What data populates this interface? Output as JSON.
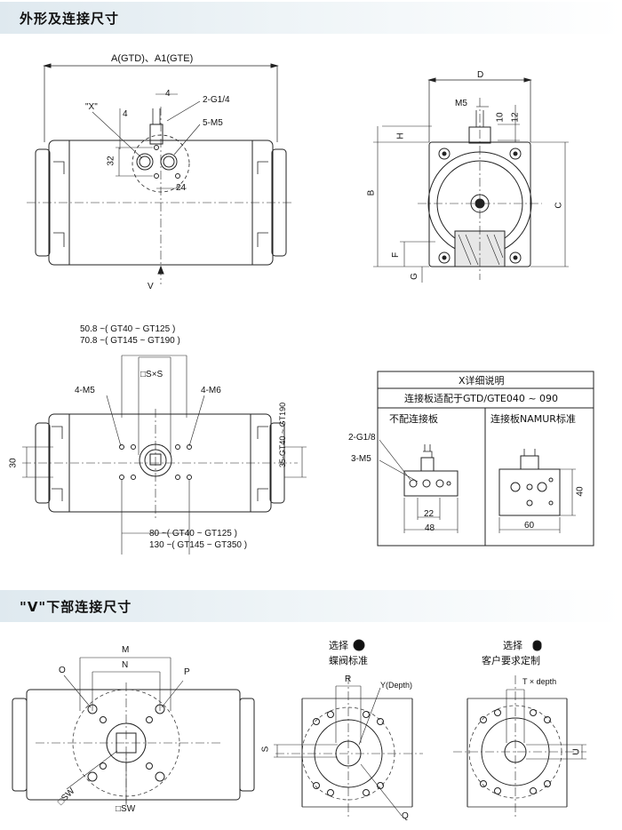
{
  "headers": {
    "outline": "外形及连接尺寸",
    "bottom": "\"V\"下部连接尺寸"
  },
  "front": {
    "a_label": "A(GTD)、A1(GTE)",
    "x_label": "\"X\"",
    "d4": "4",
    "g14": "2-G1/4",
    "m5": "5-M5",
    "d32": "32",
    "d24": "24",
    "v": "V"
  },
  "side": {
    "d": "D",
    "m5": "M5",
    "d10": "10",
    "d12": "12",
    "h": "H",
    "b": "B",
    "c": "C",
    "f": "F",
    "g": "G"
  },
  "top": {
    "d508": "50.8 ~( GT40 ~ GT125 )",
    "d708": "70.8 ~( GT145 ~ GT190 )",
    "sxs": "□S×S",
    "m5": "4-M5",
    "m6": "4-M6",
    "d30": "30",
    "vert": "35-GT40 ~ GT190",
    "d80": "80 ~( GT40 ~ GT125 )",
    "d130": "130 ~( GT145 ~ GT350 )"
  },
  "xdetail": {
    "title": "X详细说明",
    "subtitle": "连接板适配于GTD/GTE040 ~ 090",
    "col1": "不配连接板",
    "col2": "连接板NAMUR标准",
    "g18": "2-G1/8",
    "m5": "3-M5",
    "d22": "22",
    "d48": "48",
    "d40": "40",
    "d60": "60"
  },
  "vbottom": {
    "m": "M",
    "n": "N",
    "o": "O",
    "p": "P",
    "sw1": "□SW",
    "sw2": "□SW",
    "opt1_title": "选择",
    "opt1_sub": "蝶阀标准",
    "r": "R",
    "ydepth": "Y(Depth)",
    "s": "S",
    "q": "Q",
    "opt2_title": "选择",
    "opt2_sub": "客户要求定制",
    "tdepth": "T × depth",
    "u": "U"
  }
}
